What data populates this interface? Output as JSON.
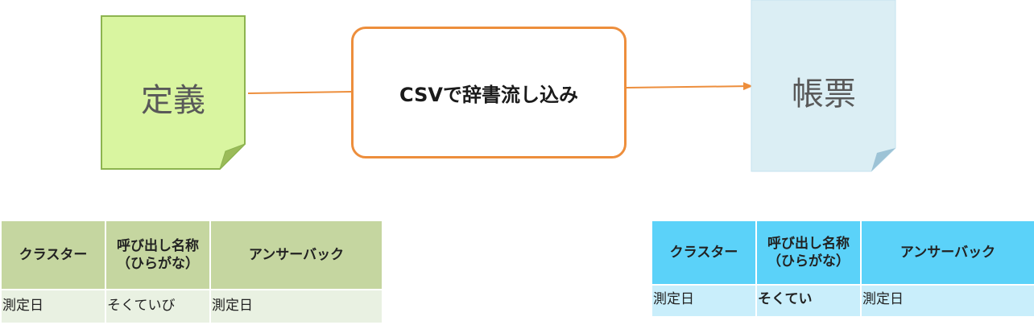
{
  "diagram": {
    "source_doc": {
      "label": "定義",
      "fill": "#D9F5A0",
      "fold_fill": "#9BBB59",
      "stroke": "#8DB44F"
    },
    "target_doc": {
      "label": "帳票",
      "fill": "#DBEEF4",
      "fold_fill": "#9DC3D6",
      "stroke": "#C6E3EF"
    },
    "process": {
      "label": "CSVで辞書流し込み",
      "border": "#ED8E3C"
    },
    "connector_color": "#ED8E3C"
  },
  "left_table": {
    "headers": [
      {
        "line1": "クラスター",
        "line2": ""
      },
      {
        "line1": "呼び出し名称",
        "line2": "（ひらがな）"
      },
      {
        "line1": "アンサーバック",
        "line2": ""
      }
    ],
    "row": [
      "測定日",
      "そくていび",
      "測定日"
    ]
  },
  "right_table": {
    "headers": [
      {
        "line1": "クラスター",
        "line2": ""
      },
      {
        "line1": "呼び出し名称",
        "line2": "（ひらがな）"
      },
      {
        "line1": "アンサーバック",
        "line2": ""
      }
    ],
    "row": [
      "測定日",
      "そくてい",
      "測定日"
    ]
  }
}
